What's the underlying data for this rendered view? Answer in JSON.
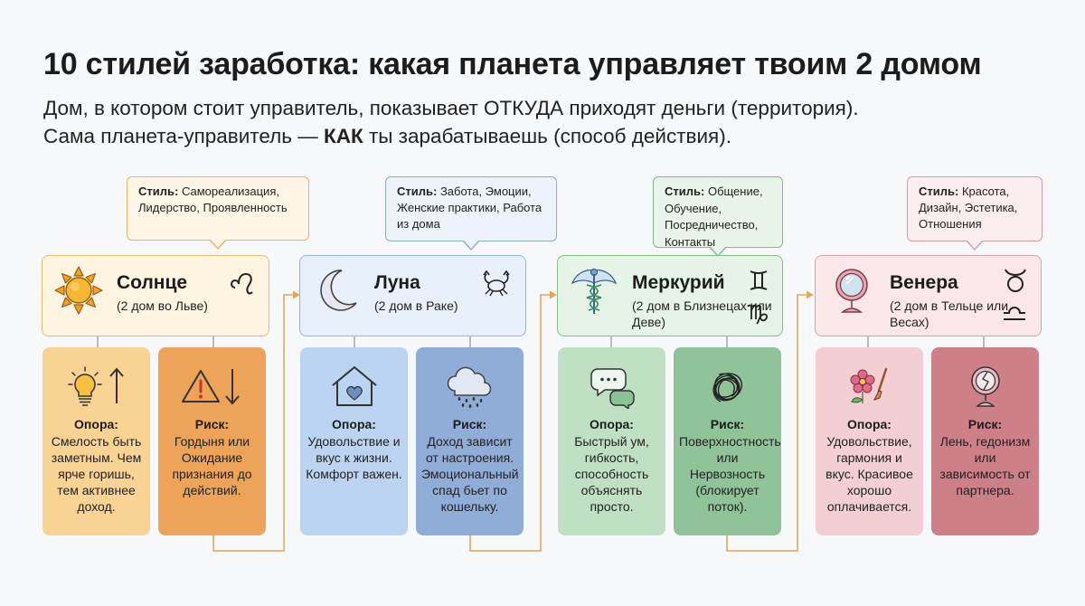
{
  "title": "10 стилей заработка: какая планета управляет твоим 2 домом",
  "subtitle": {
    "line1": "Дом, в котором стоит управитель, показывает ОТКУДА приходят деньги (территория).",
    "line2_start": "Сама планета-управитель — ",
    "line2_bold": "КАК",
    "line2_end": " ты зарабатываешь (способ действия)."
  },
  "style_label": "Стиль:",
  "colors": {
    "sun": "#e9b349",
    "moon": "#7e9fd0",
    "mercury": "#76b480",
    "venus": "#d28a92",
    "arrow": "#e0a25a"
  },
  "planets": [
    {
      "name": "Солнце",
      "house": "(2 дом во Льве)",
      "style_text": "Самореализация, Лидерство, Проявленность",
      "icon": "sun-icon",
      "signs": [
        "leo-sign-icon"
      ],
      "support_title": "Опора:",
      "support_text": "Смелость быть заметным. Чем ярче горишь, тем активнее доход.",
      "support_icon": "lightbulb-up-arrow-icon",
      "risk_title": "Риск:",
      "risk_text": "Гордыня или Ожидание признания до действий.",
      "risk_icon": "warning-down-arrow-icon"
    },
    {
      "name": "Луна",
      "house": "(2 дом в Раке)",
      "style_text": "Забота, Эмоции, Женские практики, Работа из дома",
      "icon": "crescent-moon-icon",
      "signs": [
        "cancer-crab-icon"
      ],
      "support_title": "Опора:",
      "support_text": "Удовольствие и вкус к жизни. Комфорт важен.",
      "support_icon": "house-heart-icon",
      "risk_title": "Риск:",
      "risk_text": "Доход зависит от настроения. Эмоциональный спад бьет по кошельку.",
      "risk_icon": "rain-cloud-icon"
    },
    {
      "name": "Меркурий",
      "house": "(2 дом в Близнецах или Деве)",
      "style_text": "Общение, Обучение, Посредничество, Контакты",
      "icon": "caduceus-icon",
      "signs": [
        "gemini-sign-icon",
        "virgo-sign-icon"
      ],
      "support_title": "Опора:",
      "support_text": "Быстрый ум, гибкость, способность объяснять просто.",
      "support_icon": "speech-bubbles-icon",
      "risk_title": "Риск:",
      "risk_text": "Поверхностность или Нервозность (блокирует поток).",
      "risk_icon": "tangle-icon"
    },
    {
      "name": "Венера",
      "house": "(2 дом в Тельце или Весах)",
      "style_text": "Красота, Дизайн, Эстетика, Отношения",
      "icon": "mirror-icon",
      "signs": [
        "taurus-sign-icon",
        "libra-sign-icon"
      ],
      "support_title": "Опора:",
      "support_text": "Удовольствие, гармония и вкус. Красивое хорошо оплачивается.",
      "support_icon": "flower-brush-icon",
      "risk_title": "Риск:",
      "risk_text": "Лень, гедонизм или зависимость от партнера.",
      "risk_icon": "cracked-mirror-icon"
    }
  ]
}
